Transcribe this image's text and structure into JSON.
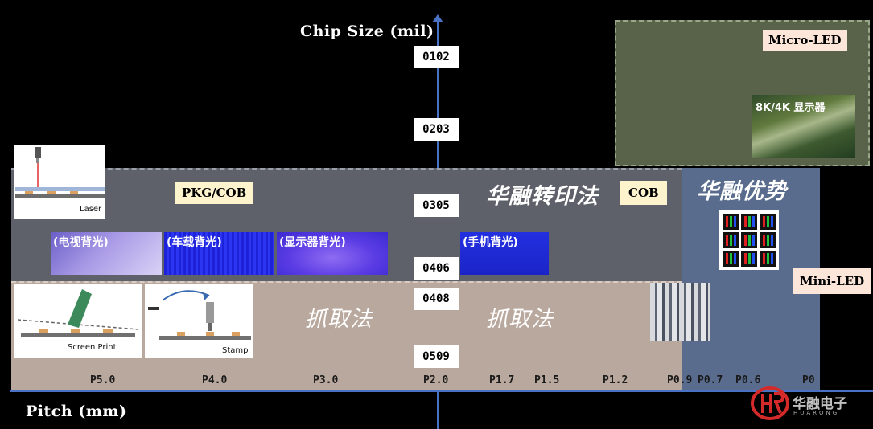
{
  "axes": {
    "y_title": "Chip Size (mil)",
    "x_title": "Pitch (mm)",
    "color": "#4a72c4"
  },
  "chip_sizes": [
    "0102",
    "0203",
    "0305",
    "0406",
    "0408",
    "0509"
  ],
  "pitches": [
    "P5.0",
    "P4.0",
    "P3.0",
    "P2.0",
    "P1.7",
    "P1.5",
    "P1.2",
    "P0.9",
    "P0.7",
    "P0.6",
    "P0"
  ],
  "regions": {
    "micro_led": {
      "label": "Micro-LED",
      "color": "#596349"
    },
    "mini_led": {
      "label": "Mini-LED",
      "color": "#596c8d"
    },
    "pkg_cob": {
      "label": "PKG/COB",
      "color": "#5e6169"
    },
    "grab": {
      "color": "#b9a89d"
    }
  },
  "methods": {
    "transfer": "华融转印法",
    "cob": "COB",
    "grab_left": "抓取法",
    "grab_right": "抓取法",
    "advantage": "华融优势"
  },
  "backlights": [
    {
      "label": "(电视背光)"
    },
    {
      "label": "(车载背光)"
    },
    {
      "label": "(显示器背光)"
    },
    {
      "label": "(手机背光)"
    }
  ],
  "illustrations": {
    "laser": "Laser",
    "screen_print": "Screen Print",
    "stamp": "Stamp"
  },
  "display_caption": "8K/4K 显示器",
  "logo": {
    "name": "华融电子",
    "sub": "HUARONG",
    "color": "#d42a2a"
  }
}
